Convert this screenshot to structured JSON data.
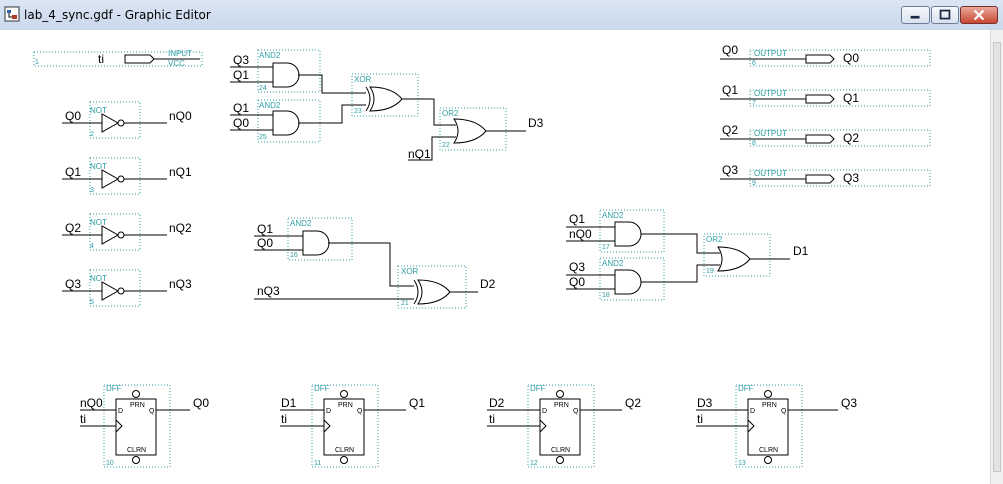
{
  "window": {
    "title": "lab_4_sync.gdf - Graphic Editor",
    "icon": "graphic-editor-icon",
    "controls": {
      "minimize": "minimize-icon",
      "maximize": "maximize-icon",
      "close": "close-icon"
    }
  },
  "colors": {
    "symbol_label": "#2e9fa6",
    "wire": "#000000",
    "titlebar": "#d2deef",
    "close": "#c74732"
  },
  "schematic": {
    "input": {
      "type": "INPUT",
      "vcc": "VCC",
      "name": "ti",
      "num": "1"
    },
    "not_gates": [
      {
        "type": "NOT",
        "in": "Q0",
        "out": "nQ0",
        "num": "2"
      },
      {
        "type": "NOT",
        "in": "Q1",
        "out": "nQ1",
        "num": "3"
      },
      {
        "type": "NOT",
        "in": "Q2",
        "out": "nQ2",
        "num": "4"
      },
      {
        "type": "NOT",
        "in": "Q3",
        "out": "nQ3",
        "num": "5"
      }
    ],
    "outputs": [
      {
        "type": "OUTPUT",
        "in": "Q0",
        "out": "Q0",
        "num": "6"
      },
      {
        "type": "OUTPUT",
        "in": "Q1",
        "out": "Q1",
        "num": "7"
      },
      {
        "type": "OUTPUT",
        "in": "Q2",
        "out": "Q2",
        "num": "8"
      },
      {
        "type": "OUTPUT",
        "in": "Q3",
        "out": "Q3",
        "num": "9"
      }
    ],
    "d3_logic": {
      "and_top": {
        "type": "AND2",
        "in1": "Q3",
        "in2": "Q1",
        "num": "24"
      },
      "and_bottom": {
        "type": "AND2",
        "in1": "Q1",
        "in2": "Q0",
        "num": "25"
      },
      "xor": {
        "type": "XOR",
        "num": "23"
      },
      "or": {
        "type": "OR2",
        "in": "nQ1",
        "out": "D3",
        "num": "22"
      }
    },
    "d2_logic": {
      "and": {
        "type": "AND2",
        "in1": "Q1",
        "in2": "Q0",
        "num": "16"
      },
      "xor": {
        "type": "XOR",
        "in": "nQ3",
        "out": "D2",
        "num": "21"
      }
    },
    "d1_logic": {
      "and_top": {
        "type": "AND2",
        "in1": "Q1",
        "in2": "nQ0",
        "num": "17"
      },
      "and_bottom": {
        "type": "AND2",
        "in1": "Q3",
        "in2": "Q0",
        "num": "18"
      },
      "or": {
        "type": "OR2",
        "out": "D1",
        "num": "19"
      }
    },
    "flipflops": [
      {
        "type": "DFF",
        "d": "nQ0",
        "clk": "ti",
        "q": "Q0",
        "num": "10",
        "prn": "PRN",
        "clrn": "CLRN",
        "d_pin": "D",
        "q_pin": "Q"
      },
      {
        "type": "DFF",
        "d": "D1",
        "clk": "ti",
        "q": "Q1",
        "num": "11",
        "prn": "PRN",
        "clrn": "CLRN",
        "d_pin": "D",
        "q_pin": "Q"
      },
      {
        "type": "DFF",
        "d": "D2",
        "clk": "ti",
        "q": "Q2",
        "num": "12",
        "prn": "PRN",
        "clrn": "CLRN",
        "d_pin": "D",
        "q_pin": "Q"
      },
      {
        "type": "DFF",
        "d": "D3",
        "clk": "ti",
        "q": "Q3",
        "num": "13",
        "prn": "PRN",
        "clrn": "CLRN",
        "d_pin": "D",
        "q_pin": "Q"
      }
    ]
  }
}
